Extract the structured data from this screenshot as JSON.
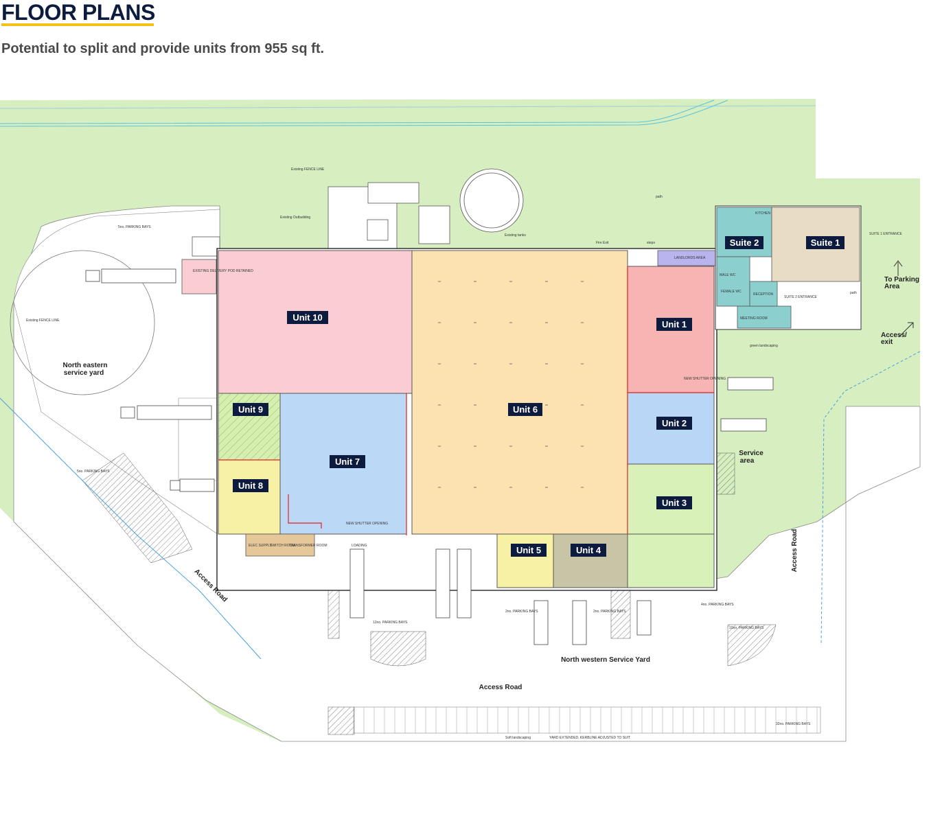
{
  "header": {
    "title": "FLOOR PLANS",
    "subtitle": "Potential to split and provide units from 955 sq ft."
  },
  "colors": {
    "title": "#0d1b3e",
    "title_underline": "#f2c21b",
    "landscape": "#d6eec0",
    "unit_label_bg": "#0d1b3e",
    "unit10": "#f9cdd1",
    "unit6": "#fbe2b0",
    "unit7": "#bcd8f7",
    "unit1": "#f8b3b3",
    "unit2": "#b9d6f7",
    "unit3": "#d8f1b8",
    "unit4": "#c8c4a6",
    "unit5": "#f7f1a6",
    "unit8": "#f7f1a6",
    "unit9": "#d6efb0",
    "suite1": "#e8dcc4",
    "suite2": "#8ccfcf"
  },
  "units": [
    {
      "name": "Unit 10"
    },
    {
      "name": "Unit 6"
    },
    {
      "name": "Unit 7"
    },
    {
      "name": "Unit 9"
    },
    {
      "name": "Unit 8"
    },
    {
      "name": "Unit 1"
    },
    {
      "name": "Unit 2"
    },
    {
      "name": "Unit 3"
    },
    {
      "name": "Unit 4"
    },
    {
      "name": "Unit 5"
    },
    {
      "name": "Suite 2"
    },
    {
      "name": "Suite 1"
    }
  ],
  "labels": {
    "north_eastern_yard_1": "North eastern",
    "north_eastern_yard_2": "service yard",
    "service_area_1": "Service",
    "service_area_2": "area",
    "access_road_left": "Access Road",
    "access_road_right": "Access Road",
    "access_road_bottom": "Access Road",
    "north_western_yard": "North western Service Yard",
    "to_parking_1": "To Parking",
    "to_parking_2": "Area",
    "access_exit_1": "Access/",
    "access_exit_2": "exit"
  },
  "small_labels": {
    "existing_fence_line_top": "Existing FENCE LINE",
    "existing_fence_line_left": "Existing FENCE LINE",
    "existing_outbuilding": "Existing Outbuilding",
    "existing_tanks": "Existing tanks",
    "landlords_area": "LANDLORDS AREA",
    "kitchen": "KITCHEN",
    "male_wc": "MALE WC",
    "female_wc": "FEMALE WC",
    "reception": "RECEPTION",
    "meeting_room": "MEETING ROOM",
    "suite_entrance": "SUITE 1 ENTRANCE",
    "suite2_entrance": "SUITE 2 ENTRANCE",
    "new_shutter_opening": "NEW SHUTTER OPENING",
    "loading": "LOADING",
    "elec_supply": "ELEC SUPPLY",
    "switch_room": "SWITCH ROOM",
    "transformer_room": "TRANSFORMER ROOM",
    "parking_5no": "5no. PARKING BAYS",
    "parking_12no": "12no. PARKING BAYS",
    "parking_2no": "2no. PARKING BAYS",
    "parking_4no": "4no. PARKING BAYS",
    "parking_10no": "10no. PARKING BAYS",
    "parking_32no": "32no. PARKING BAYS",
    "soft_landscaping": "Soft landscaping",
    "yard_extended": "YARD EXTENDED, KERBLINE ADJUSTED TO SUIT",
    "green_landscaping": "green landscaping",
    "path": "path",
    "steps": "steps",
    "fire_exit": "Fire Exit",
    "existing_delivery": "EXISTING DELIVERY POD RETAINED"
  }
}
